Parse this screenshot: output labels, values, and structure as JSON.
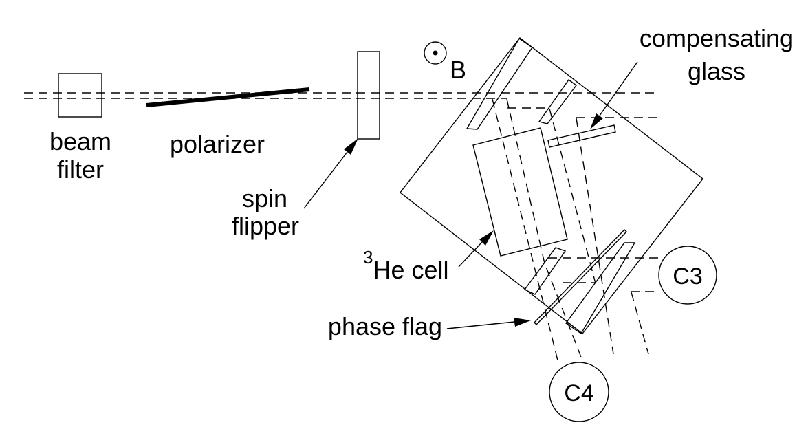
{
  "figure": {
    "background_color": "#ffffff",
    "line_color": "#000000",
    "components": {
      "beam_filter": {
        "label_line1": "beam",
        "label_line2": "filter"
      },
      "polarizer": {
        "label": "polarizer"
      },
      "spin_flipper": {
        "label_line1": "spin",
        "label_line2": "flipper"
      },
      "magnetic_field": {
        "label": "B"
      },
      "compensating_glass": {
        "label_line1": "compensating",
        "label_line2": "glass"
      },
      "he_cell": {
        "label_superscript": "3",
        "label": "He cell"
      },
      "phase_flag": {
        "label": "phase flag"
      },
      "detector_c3": {
        "label": "C3"
      },
      "detector_c4": {
        "label": "C4"
      }
    }
  }
}
